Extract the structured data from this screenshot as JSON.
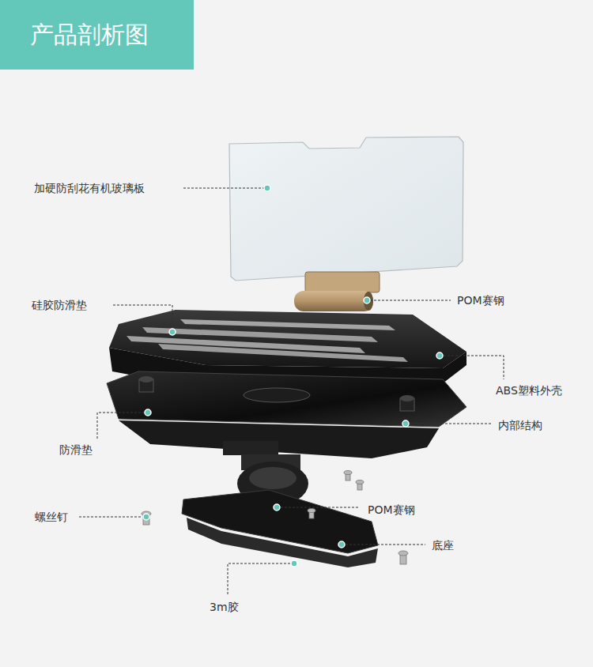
{
  "diagram": {
    "title": "产品剖析图",
    "labels": [
      "加硬防刮花有机玻璃板",
      "硅胶防滑垫",
      "POM赛钢",
      "ABS塑料外壳",
      "内部结构",
      "防滑垫",
      "螺丝钉",
      "POM赛钢",
      "底座",
      "3m胶"
    ]
  }
}
